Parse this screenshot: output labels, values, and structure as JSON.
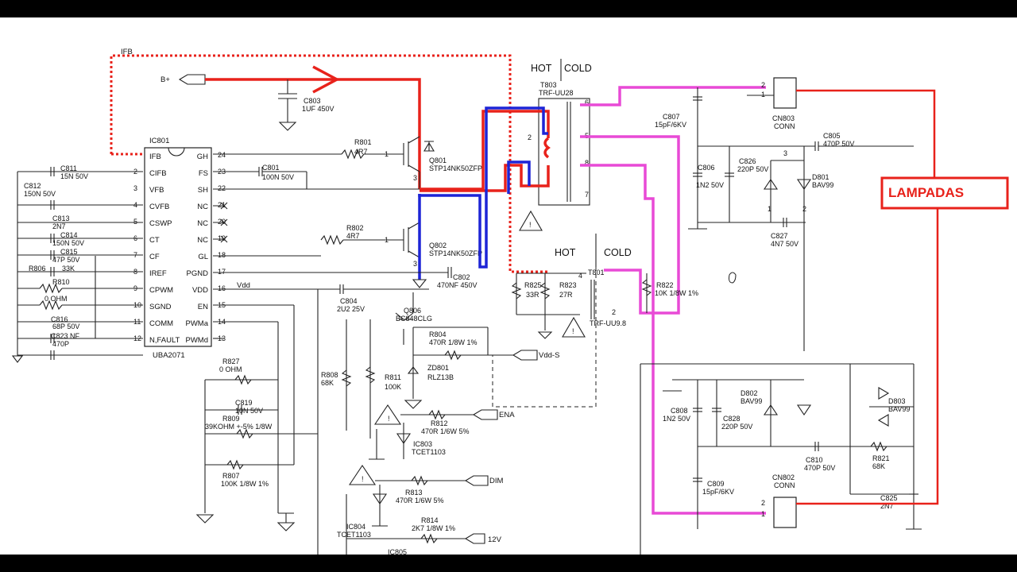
{
  "ic801": {
    "ref": "IC801",
    "part": "UBA2071",
    "left_pins": [
      {
        "num": "",
        "name": "IFB"
      },
      {
        "num": "2",
        "name": "CIFB"
      },
      {
        "num": "3",
        "name": "VFB"
      },
      {
        "num": "4",
        "name": "CVFB"
      },
      {
        "num": "5",
        "name": "CSWP"
      },
      {
        "num": "6",
        "name": "CT"
      },
      {
        "num": "7",
        "name": "CF"
      },
      {
        "num": "8",
        "name": "IREF"
      },
      {
        "num": "9",
        "name": "CPWM"
      },
      {
        "num": "10",
        "name": "SGND"
      },
      {
        "num": "11",
        "name": "COMM"
      },
      {
        "num": "12",
        "name": "N,FAULT"
      }
    ],
    "right_pins": [
      {
        "num": "24",
        "name": "GH"
      },
      {
        "num": "23",
        "name": "FS"
      },
      {
        "num": "22",
        "name": "SH"
      },
      {
        "num": "21",
        "name": "NC"
      },
      {
        "num": "20",
        "name": "NC"
      },
      {
        "num": "19",
        "name": "NC"
      },
      {
        "num": "18",
        "name": "GL"
      },
      {
        "num": "17",
        "name": "PGND"
      },
      {
        "num": "16",
        "name": "VDD"
      },
      {
        "num": "15",
        "name": "EN"
      },
      {
        "num": "14",
        "name": "PWMa"
      },
      {
        "num": "13",
        "name": "PWMd"
      }
    ]
  },
  "labels": {
    "ifb": "IFB",
    "bplus": "B+",
    "c803_ref": "C803",
    "c803_val": "1UF 450V",
    "r801_ref": "R801",
    "r801_val": "4R7",
    "q801_ref": "Q801",
    "q801_val": "STP14NK50ZFP",
    "c801_ref": "C801",
    "c801_val": "100N 50V",
    "r802_ref": "R802",
    "r802_val": "4R7",
    "q802_ref": "Q802",
    "q802_val": "STP14NK50ZFP",
    "c802_ref": "C802",
    "c802_val": "470NF 450V",
    "vdd": "Vdd",
    "c804_ref": "C804",
    "c804_val": "2U2 25V",
    "c811_ref": "C811",
    "c811_val": "15N 50V",
    "c812_ref": "C812",
    "c812_val": "150N 50V",
    "c813_ref": "C813",
    "c813_val": "2N7",
    "c814_ref": "C814",
    "c814_val": "150N 50V",
    "c815_ref": "C815",
    "c815_val": "47P 50V",
    "r806_ref": "R806",
    "r806_val": "33K",
    "r810_ref": "R810",
    "r810_val": "0 OHM",
    "c816_ref": "C816",
    "c816_val": "68P 50V",
    "c823_ref": "C823 NF",
    "c823_val": "470P",
    "q806_ref": "Q806",
    "q806_val": "BC848CLG",
    "r804_ref": "R804",
    "r804_val": "470R 1/8W 1%",
    "vdds": "Vdd-S",
    "zd801_ref": "ZD801",
    "zd801_val": "RLZ13B",
    "r808_ref": "R808",
    "r808_val": "68K",
    "r811_ref": "R811",
    "r811_val": "100K",
    "r827_ref": "R827",
    "r827_val": "0 OHM",
    "c819_ref": "C819",
    "c819_val": "10N 50V",
    "r809_ref": "R809",
    "r809_val": "39KOHM +-5% 1/8W",
    "r807_ref": "R807",
    "r807_val": "100K 1/8W 1%",
    "r812_ref": "R812",
    "r812_val": "470R 1/6W 5%",
    "ena": "ENA",
    "ic803_ref": "IC803",
    "ic803_val": "TCET1103",
    "dim": "DIM",
    "r813_ref": "R813",
    "r813_val": "470R 1/6W 5%",
    "ic804_ref": "IC804",
    "ic804_val": "TCET1103",
    "r814_ref": "R814",
    "r814_val": "2K7 1/8W 1%",
    "v12": "12V",
    "ic805": "IC805",
    "hot1": "HOT",
    "cold1": "COLD",
    "t803_ref": "T803",
    "t803_val": "TRF-UU28",
    "hot2": "HOT",
    "cold2": "COLD",
    "t801_ref": "T801",
    "t801_val": "TRF-UU9.8",
    "r825_ref": "R825",
    "r825_val": "33R",
    "r823_ref": "R823",
    "r823_val": "27R",
    "r822_ref": "R822",
    "r822_val": "10K 1/8W 1%",
    "c807_ref": "C807",
    "c807_val": "15pF/6KV",
    "c806_ref": "C806",
    "c806_val": "1N2 50V",
    "c826_ref": "C826",
    "c826_val": "220P 50V",
    "d801_ref": "D801",
    "d801_val": "BAV99",
    "c827_ref": "C827",
    "c827_val": "4N7 50V",
    "c805_ref": "C805",
    "c805_val": "470P 50V",
    "cn803_ref": "CN803",
    "cn803_val": "CONN",
    "c808_ref": "C808",
    "c808_val": "1N2 50V",
    "c828_ref": "C828",
    "c828_val": "220P 50V",
    "d802_ref": "D802",
    "d802_val": "BAV99",
    "d803_ref": "D803",
    "d803_val": "BAV99",
    "c810_ref": "C810",
    "c810_val": "470P 50V",
    "r821_ref": "R821",
    "r821_val": "68K",
    "c809_ref": "C809",
    "c809_val": "15pF/6KV",
    "cn802_ref": "CN802",
    "cn802_val": "CONN",
    "c825_ref": "C825",
    "c825_val": "2N7",
    "lampadas": "LAMPADAS"
  },
  "pins": {
    "p2": "2",
    "p1": "1",
    "p3": "3",
    "t6": "6",
    "t5": "5",
    "t8": "8",
    "t7": "7",
    "t2": "2",
    "t4": "4"
  },
  "colors": {
    "red_trace": "#e8221b",
    "blue_trace": "#1d24d6",
    "magenta_trace": "#e84ad6"
  }
}
